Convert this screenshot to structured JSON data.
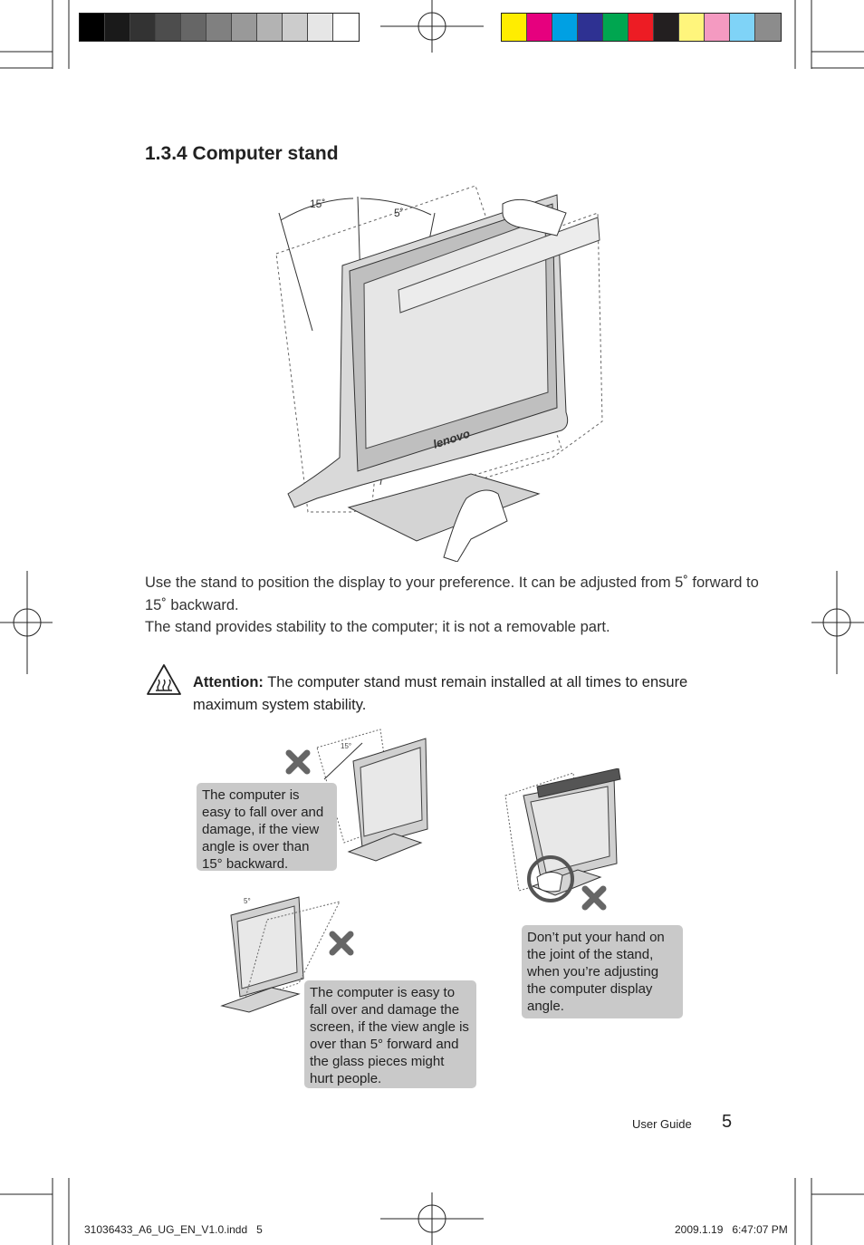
{
  "print_marks": {
    "gray_swatches": [
      "#000000",
      "#1a1a1a",
      "#333333",
      "#4d4d4d",
      "#666666",
      "#808080",
      "#999999",
      "#b3b3b3",
      "#cccccc",
      "#e6e6e6",
      "#ffffff"
    ],
    "color_swatches": [
      "#ffed00",
      "#e6007e",
      "#00a0e3",
      "#2e3192",
      "#00a650",
      "#ed1c24",
      "#231f20",
      "#fff57c",
      "#f49ac1",
      "#7fd3f7",
      "#8c8c8c"
    ]
  },
  "section": {
    "title": "1.3.4 Computer stand"
  },
  "main_figure": {
    "angle_back": "15˚",
    "angle_forward": "5˚",
    "logo": "lenovo"
  },
  "description": {
    "line1": "Use the stand to position the display to your preference. It can be adjusted from 5˚ forward to 15˚ backward.",
    "line2": "The stand provides stability to the computer; it is not a removable part."
  },
  "attention": {
    "icon": "hot-surface-warning-icon",
    "label": "Attention:",
    "text": " The computer stand must remain installed at all times to ensure maximum system stability."
  },
  "warnings": {
    "backward": {
      "angle": "15°",
      "text": "The computer is easy to fall over and damage, if the view angle is over than 15° backward."
    },
    "forward": {
      "angle": "5°",
      "text": "The computer is easy to fall over and damage the screen, if the view angle is over than 5° forward and the glass pieces might hurt people."
    },
    "hand": {
      "text": "Don’t put your hand on the joint of the stand, when you’re adjusting the computer display angle."
    }
  },
  "footer": {
    "label": "User Guide",
    "page": "5"
  },
  "slug": {
    "file": "31036433_A6_UG_EN_V1.0.indd   5",
    "timestamp": "2009.1.19   6:47:07 PM"
  }
}
